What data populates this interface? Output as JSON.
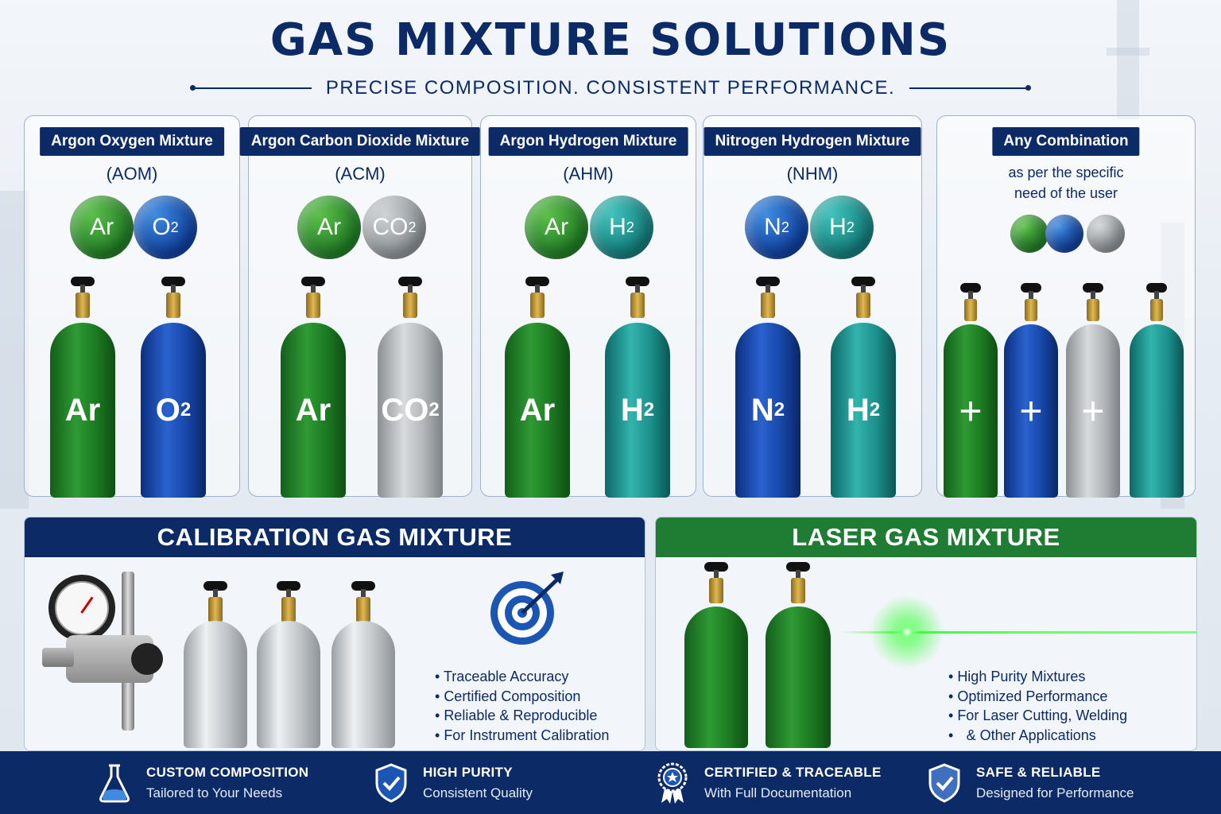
{
  "header": {
    "title": "GAS MIXTURE SOLUTIONS",
    "subtitle": "PRECISE COMPOSITION. CONSISTENT PERFORMANCE."
  },
  "cards": [
    {
      "label": "Argon Oxygen Mixture",
      "abbr": "(AOM)",
      "gases": [
        {
          "symbol": "Ar",
          "sub": "",
          "color": "green"
        },
        {
          "symbol": "O",
          "sub": "2",
          "color": "blue"
        }
      ]
    },
    {
      "label": "Argon Carbon Dioxide Mixture",
      "abbr": "(ACM)",
      "gases": [
        {
          "symbol": "Ar",
          "sub": "",
          "color": "green"
        },
        {
          "symbol": "CO",
          "sub": "2",
          "color": "grey"
        }
      ]
    },
    {
      "label": "Argon Hydrogen Mixture",
      "abbr": "(AHM)",
      "gases": [
        {
          "symbol": "Ar",
          "sub": "",
          "color": "green"
        },
        {
          "symbol": "H",
          "sub": "2",
          "color": "teal"
        }
      ]
    },
    {
      "label": "Nitrogen Hydrogen Mixture",
      "abbr": "(NHM)",
      "gases": [
        {
          "symbol": "N",
          "sub": "2",
          "color": "blue"
        },
        {
          "symbol": "H",
          "sub": "2",
          "color": "teal"
        }
      ]
    },
    {
      "label": "Any Combination",
      "note_line1": "as per the specific",
      "note_line2": "need of the user",
      "plus": "+"
    }
  ],
  "calibration": {
    "title": "CALIBRATION GAS MIXTURE",
    "bullets": [
      "Traceable Accuracy",
      "Certified Composition",
      "Reliable & Reproducible",
      "For Instrument Calibration"
    ]
  },
  "laser": {
    "title": "LASER GAS MIXTURE",
    "bullets": [
      "High Purity Mixtures",
      "Optimized Performance",
      "For Laser Cutting, Welding",
      "& Other Applications"
    ]
  },
  "footer": [
    {
      "title": "CUSTOM COMPOSITION",
      "sub": "Tailored to Your Needs",
      "icon": "flask-icon"
    },
    {
      "title": "HIGH PURITY",
      "sub": "Consistent Quality",
      "icon": "shield-check-icon"
    },
    {
      "title": "CERTIFIED & TRACEABLE",
      "sub": "With Full Documentation",
      "icon": "award-badge-icon"
    },
    {
      "title": "SAFE & RELIABLE",
      "sub": "Designed for Performance",
      "icon": "shield-check-icon"
    }
  ],
  "colors": {
    "navy": "#0b2a66",
    "green": "#1e7d32",
    "laser_green": "#3cff3c"
  }
}
